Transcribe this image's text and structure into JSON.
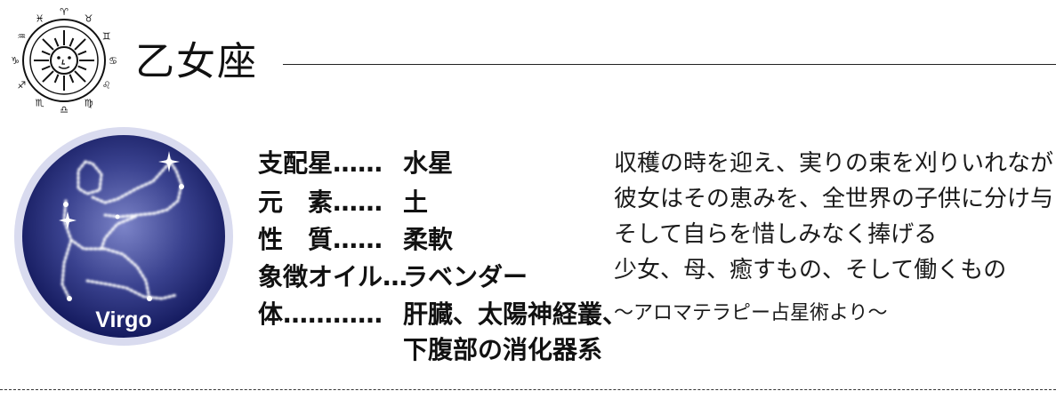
{
  "header": {
    "title": "乙女座"
  },
  "emblem": {
    "label": "Virgo"
  },
  "attributes": [
    {
      "label": "支配星……",
      "value": "水星"
    },
    {
      "label": "元　素……",
      "value": "土"
    },
    {
      "label": "性　質……",
      "value": "柔軟"
    },
    {
      "label": "象徴オイル…",
      "value": "ラベンダー"
    },
    {
      "label": "体…………",
      "value": "肝臓、太陽神経叢、"
    }
  ],
  "attribute_continuation": "下腹部の消化器系",
  "verse": {
    "lines": [
      "収穫の時を迎え、実りの束を刈りいれながら、",
      "彼女はその恵みを、全世界の子供に分け与え、",
      "そして自らを惜しみなく捧げる",
      "少女、母、癒すもの、そして働くもの"
    ],
    "source": "〜アロマテラピー占星術より〜"
  },
  "colors": {
    "emblem_dark": "#141a5e",
    "emblem_light": "#7c84c8",
    "text": "#111111"
  }
}
